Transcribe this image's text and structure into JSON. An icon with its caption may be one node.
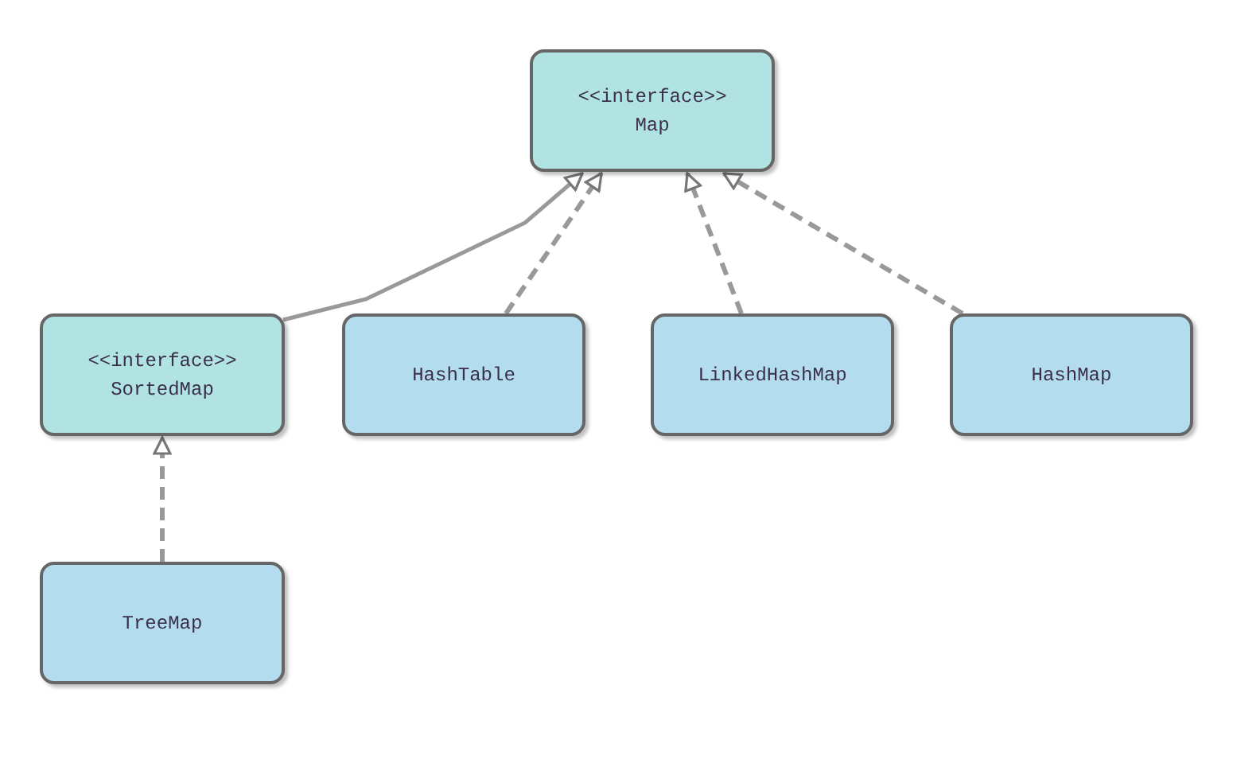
{
  "diagram": {
    "nodes": [
      {
        "text": [
          "<<interface>>",
          "Map"
        ]
      },
      {
        "text": [
          "<<interface>>",
          "SortedMap"
        ]
      },
      {
        "text": [
          "HashTable"
        ]
      },
      {
        "text": [
          "LinkedHashMap"
        ]
      },
      {
        "text": [
          "HashMap"
        ]
      },
      {
        "text": [
          "TreeMap"
        ]
      }
    ],
    "edges": [
      {
        "from": 1,
        "to": 0,
        "arrow": "to"
      },
      {
        "from": 2,
        "to": 0,
        "arrow": "to",
        "style": "dashed"
      },
      {
        "from": 3,
        "to": 0,
        "arrow": "to",
        "style": "dashed"
      },
      {
        "from": 4,
        "to": 0,
        "arrow": "to",
        "style": "dashed"
      },
      {
        "from": 5,
        "to": 1,
        "arrow": "to",
        "style": "dashed"
      }
    ]
  }
}
